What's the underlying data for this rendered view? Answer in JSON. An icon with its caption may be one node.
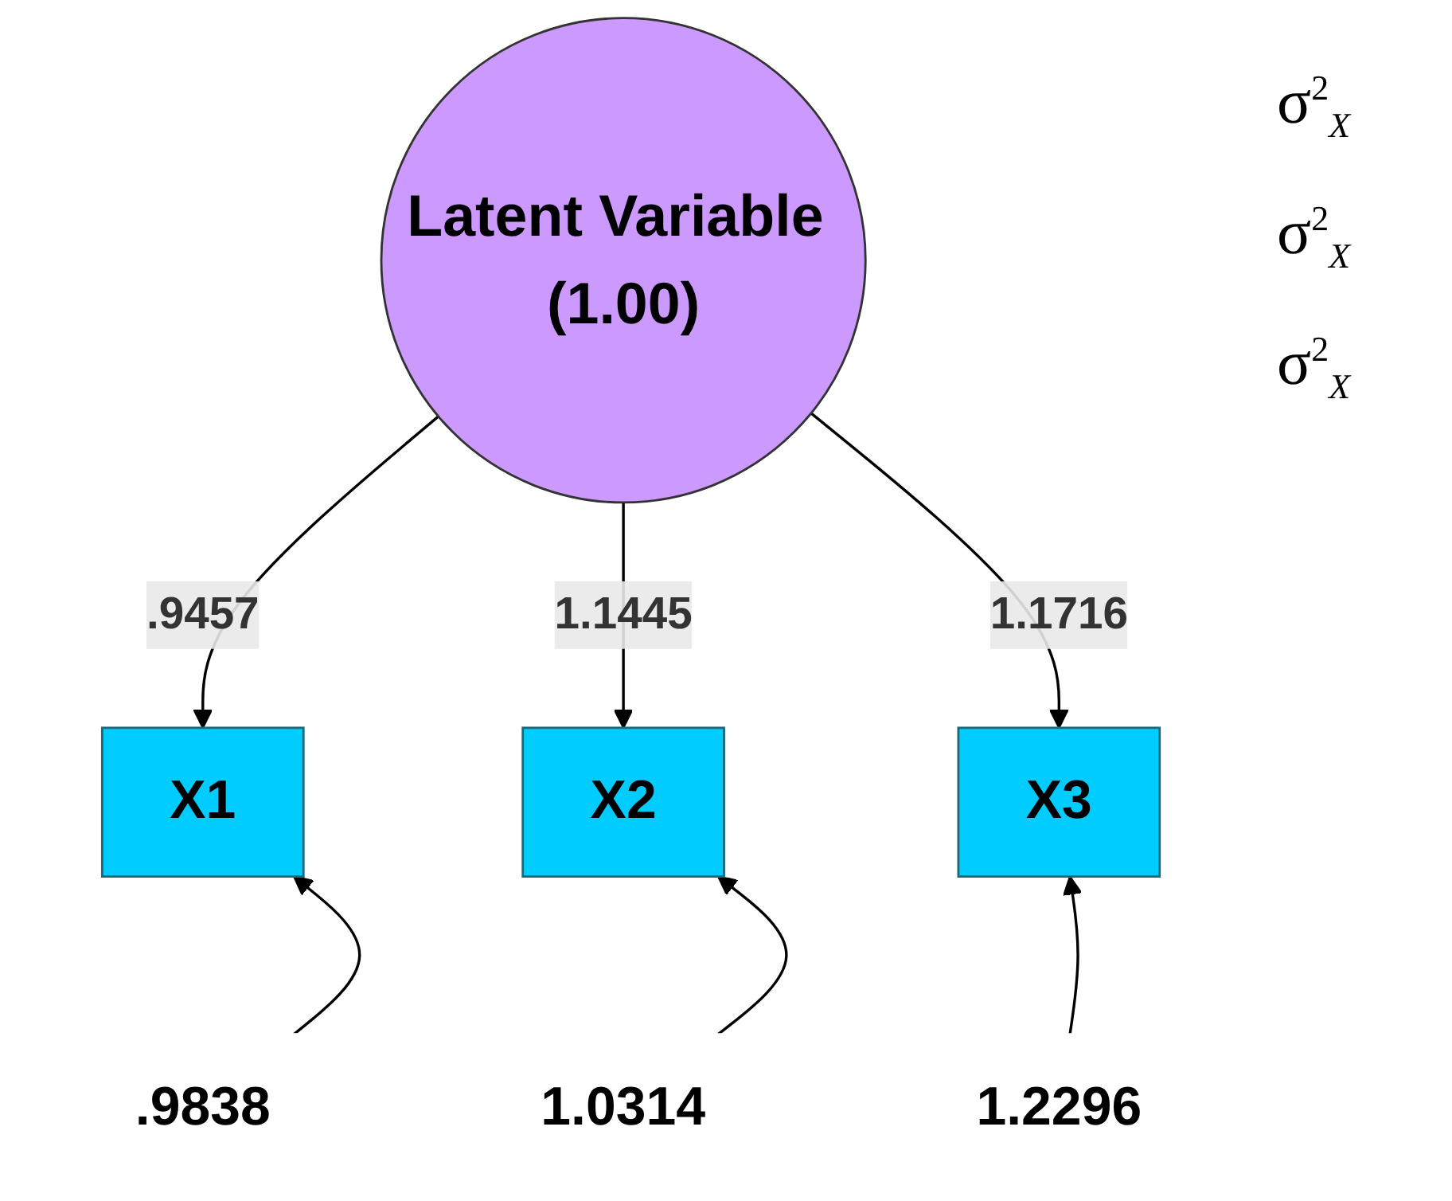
{
  "diagram": {
    "nodes": [
      {
        "text": [
          "Latent Variable (1.00)"
        ]
      },
      {
        "text": [
          "X1"
        ]
      },
      {
        "text": [
          "X2"
        ]
      },
      {
        "text": [
          "X3"
        ]
      },
      {
        "text": [
          ".9838"
        ]
      },
      {
        "text": [
          "1.0314"
        ]
      },
      {
        "text": [
          "1.2296"
        ]
      }
    ],
    "edges": [
      {
        "from": 0,
        "to": 1,
        "arrow": "to",
        "label": ".9457"
      },
      {
        "from": 0,
        "to": 2,
        "arrow": "to",
        "label": "1.1445"
      },
      {
        "from": 0,
        "to": 3,
        "arrow": "to",
        "label": "1.1716"
      },
      {
        "from": 4,
        "to": 1,
        "arrow": "to"
      },
      {
        "from": 5,
        "to": 2,
        "arrow": "to"
      },
      {
        "from": 6,
        "to": 3,
        "arrow": "to"
      }
    ],
    "labels": [
      "σ$^{2}$$_{X}$",
      "σ$^{2}$$_{X}$",
      "σ$^{2}$$_{X}$"
    ]
  }
}
